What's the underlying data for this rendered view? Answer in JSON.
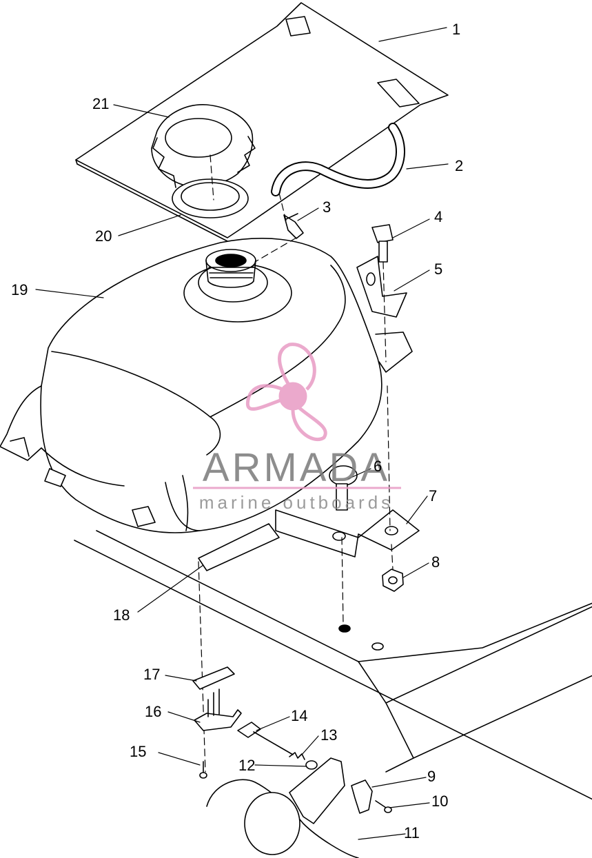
{
  "diagram": {
    "callouts": [
      {
        "label": "1"
      },
      {
        "label": "2"
      },
      {
        "label": "3"
      },
      {
        "label": "4"
      },
      {
        "label": "5"
      },
      {
        "label": "6"
      },
      {
        "label": "7"
      },
      {
        "label": "8"
      },
      {
        "label": "9"
      },
      {
        "label": "10"
      },
      {
        "label": "11"
      },
      {
        "label": "12"
      },
      {
        "label": "13"
      },
      {
        "label": "14"
      },
      {
        "label": "15"
      },
      {
        "label": "16"
      },
      {
        "label": "17"
      },
      {
        "label": "18"
      },
      {
        "label": "19"
      },
      {
        "label": "20"
      },
      {
        "label": "21"
      }
    ]
  },
  "watermark": {
    "title": "ARMADA",
    "subtitle": "marine outboards",
    "color": "#e89bc4"
  },
  "colors": {
    "line": "#000000",
    "background": "#ffffff"
  }
}
